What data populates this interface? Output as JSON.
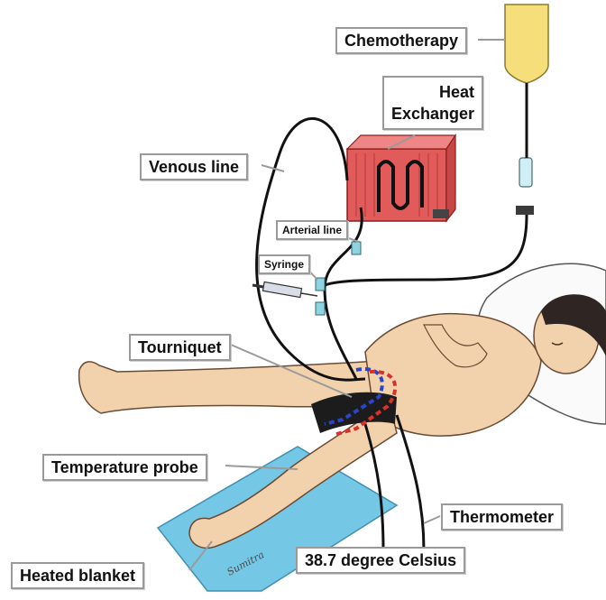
{
  "labels": {
    "chemotherapy": "Chemotherapy",
    "heat_exchanger_line1": "Heat",
    "heat_exchanger_line2": "Exchanger",
    "venous_line": "Venous line",
    "arterial_line": "Arterial line",
    "syringe": "Syringe",
    "tourniquet": "Tourniquet",
    "temperature_probe": "Temperature probe",
    "thermometer": "Thermometer",
    "temperature_reading": "38.7 degree Celsius",
    "heated_blanket": "Heated blanket"
  },
  "signature": "Sumitra",
  "colors": {
    "skin": "#f2d2ad",
    "skin_outline": "#6b4a33",
    "hair": "#2f2623",
    "bag": "#f6df7a",
    "heat_exchanger": "#e25b5b",
    "blanket": "#74c8e6",
    "tourniquet": "#1c1c1c",
    "tube": "#111111",
    "venous_dash": "#2b44c9",
    "arterial_dash": "#d8322c",
    "connector": "#8fd3e0"
  }
}
